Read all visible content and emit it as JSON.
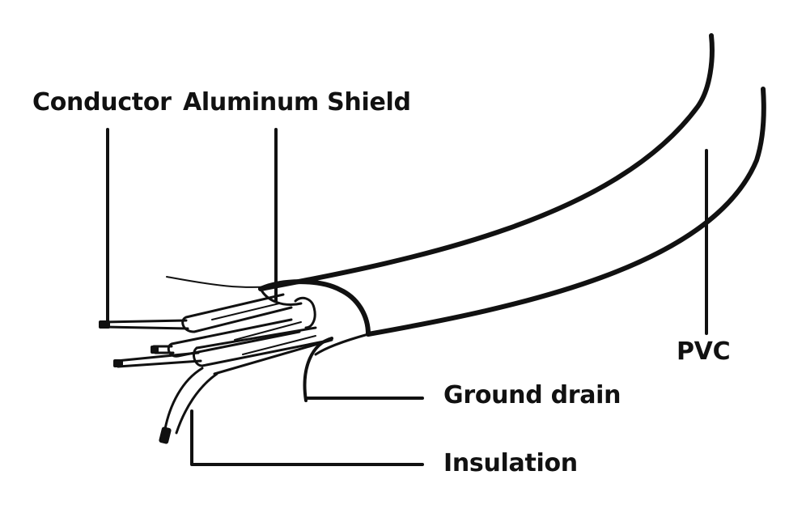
{
  "diagram": {
    "labels": {
      "conductor": "Conductor",
      "aluminum_shield": "Aluminum Shield",
      "pvc": "PVC",
      "ground_drain": "Ground drain",
      "insulation": "Insulation"
    },
    "colors": {
      "ink": "#111111",
      "background": "#ffffff"
    }
  }
}
